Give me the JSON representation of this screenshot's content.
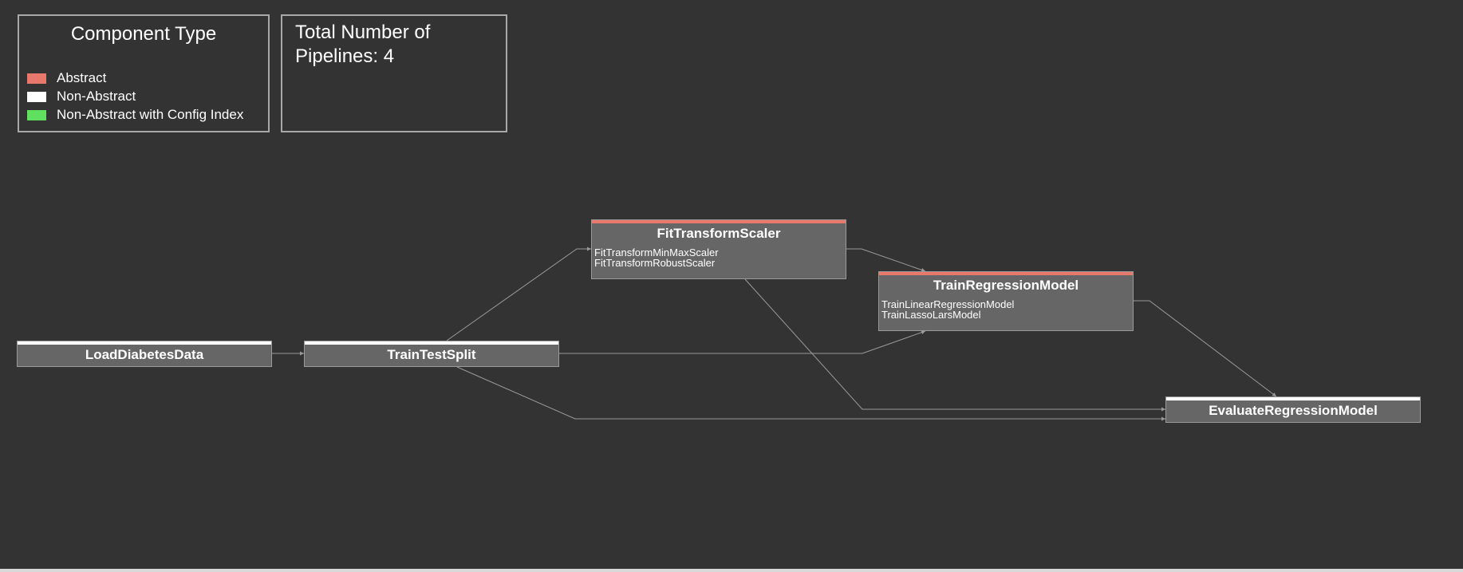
{
  "legend": {
    "title": "Component Type",
    "items": [
      {
        "label": "Abstract",
        "color": "#e8776c"
      },
      {
        "label": "Non-Abstract",
        "color": "#ffffff"
      },
      {
        "label": "Non-Abstract with Config Index",
        "color": "#5fe05f"
      }
    ]
  },
  "pipelines_panel": {
    "title": "Total Number of Pipelines: 4"
  },
  "colors": {
    "background": "#333333",
    "node_fill": "#666666",
    "edge": "#9a9a9a"
  },
  "nodes": {
    "load": {
      "name": "LoadDiabetesData",
      "type": "Non-Abstract",
      "implementations": []
    },
    "split": {
      "name": "TrainTestSplit",
      "type": "Non-Abstract",
      "implementations": []
    },
    "fit": {
      "name": "FitTransformScaler",
      "type": "Abstract",
      "implementations": [
        "FitTransformMinMaxScaler",
        "FitTransformRobustScaler"
      ]
    },
    "train": {
      "name": "TrainRegressionModel",
      "type": "Abstract",
      "implementations": [
        "TrainLinearRegressionModel",
        "TrainLassoLarsModel"
      ]
    },
    "eval": {
      "name": "EvaluateRegressionModel",
      "type": "Non-Abstract",
      "implementations": []
    }
  },
  "edges": [
    {
      "from": "LoadDiabetesData",
      "to": "TrainTestSplit"
    },
    {
      "from": "TrainTestSplit",
      "to": "FitTransformScaler"
    },
    {
      "from": "TrainTestSplit",
      "to": "TrainRegressionModel"
    },
    {
      "from": "TrainTestSplit",
      "to": "EvaluateRegressionModel"
    },
    {
      "from": "FitTransformScaler",
      "to": "TrainRegressionModel"
    },
    {
      "from": "FitTransformScaler",
      "to": "EvaluateRegressionModel"
    },
    {
      "from": "TrainRegressionModel",
      "to": "EvaluateRegressionModel"
    }
  ]
}
